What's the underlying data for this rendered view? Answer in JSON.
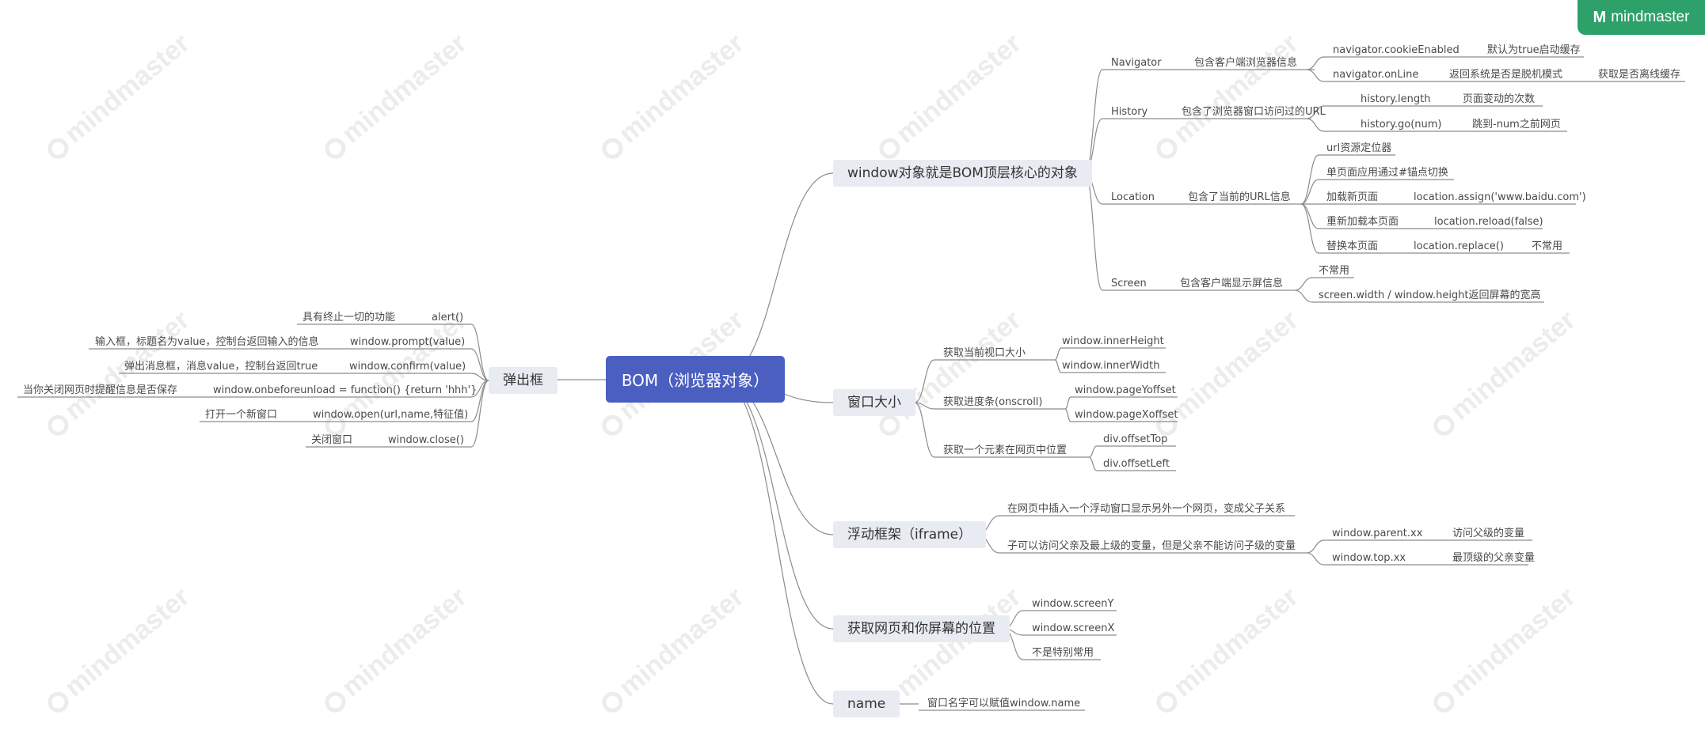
{
  "logo": {
    "mark": "M",
    "text": "mindmaster"
  },
  "watermark_text": "mindmaster",
  "colors": {
    "root_bg": "#4b5fc1",
    "main_bg": "#e9ebf3",
    "line": "#8c8c8c",
    "logo_bg": "#2ea06a"
  },
  "mindmap": {
    "root": {
      "label": "BOM（浏览器对象）"
    },
    "window": {
      "label": "window对象就是BOM顶层核心的对象",
      "navigator": {
        "label": "Navigator",
        "desc": "包含客户端浏览器信息",
        "c1": "navigator.cookieEnabled",
        "c1_desc": "默认为true启动缓存",
        "c2": "navigator.onLine",
        "c2_desc": "返回系统是否是脱机模式",
        "c2_desc2": "获取是否离线缓存"
      },
      "history": {
        "label": "History",
        "desc": "包含了浏览器窗口访问过的URL",
        "c1": "history.length",
        "c1_desc": "页面变动的次数",
        "c2": "history.go(num)",
        "c2_desc": "跳到-num之前网页"
      },
      "location": {
        "label": "Location",
        "desc": "包含了当前的URL信息",
        "c1": "url资源定位器",
        "c2": "单页面应用通过#锚点切换",
        "c3": "加载新页面",
        "c3_code": "location.assign('www.baidu.com')",
        "c4": "重新加载本页面",
        "c4_code": "location.reload(false)",
        "c5": "替换本页面",
        "c5_code": "location.replace()",
        "c5_note": "不常用"
      },
      "screen": {
        "label": "Screen",
        "desc": "包含客户端显示屏信息",
        "c1": "不常用",
        "c2": "screen.width / window.height返回屏幕的宽高"
      }
    },
    "size": {
      "label": "窗口大小",
      "g1": "获取当前视口大小",
      "g1_a": "window.innerHeight",
      "g1_b": "window.innerWidth",
      "g2": "获取进度条(onscroll)",
      "g2_a": "window.pageYoffset",
      "g2_b": "window.pageXoffset",
      "g3": "获取一个元素在网页中位置",
      "g3_a": "div.offsetTop",
      "g3_b": "div.offsetLeft"
    },
    "iframe": {
      "label": "浮动框架（iframe）",
      "c1": "在网页中插入一个浮动窗口显示另外一个网页，变成父子关系",
      "c2": "子可以访问父亲及最上级的变量，但是父亲不能访问子级的变量",
      "c2_a": "window.parent.xx",
      "c2_a_desc": "访问父级的变量",
      "c2_b": "window.top.xx",
      "c2_b_desc": "最顶级的父亲变量"
    },
    "position": {
      "label": "获取网页和你屏幕的位置",
      "c1": "window.screenY",
      "c2": "window.screenX",
      "c3": "不是特别常用"
    },
    "name": {
      "label": "name",
      "c1": "窗口名字可以赋值window.name"
    },
    "popup": {
      "label": "弹出框",
      "items": [
        {
          "code": "alert()",
          "desc": "具有终止一切的功能"
        },
        {
          "code": "window.prompt(value)",
          "desc": "输入框，标题名为value，控制台返回输入的信息"
        },
        {
          "code": "window.confirm(value)",
          "desc": "弹出消息框，消息value，控制台返回true"
        },
        {
          "code": "window.onbeforeunload = function() {return 'hhh'}",
          "desc": "当你关闭网页时提醒信息是否保存"
        },
        {
          "code": "window.open(url,name,特征值)",
          "desc": "打开一个新窗口"
        },
        {
          "code": "window.close()",
          "desc": "关闭窗口"
        }
      ]
    }
  }
}
